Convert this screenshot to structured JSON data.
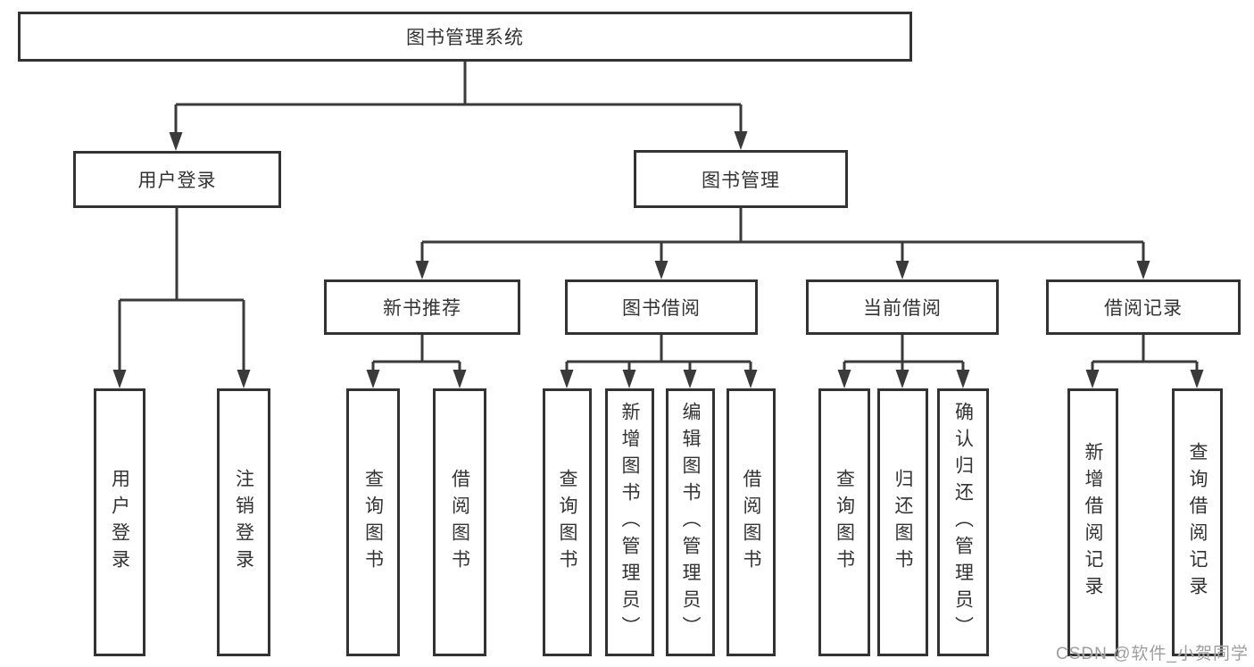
{
  "root": {
    "label": "图书管理系统"
  },
  "level2": [
    {
      "label": "用户登录"
    },
    {
      "label": "图书管理"
    }
  ],
  "level3": [
    {
      "label": "新书推荐"
    },
    {
      "label": "图书借阅"
    },
    {
      "label": "当前借阅"
    },
    {
      "label": "借阅记录"
    }
  ],
  "leaves": {
    "user_login": [
      {
        "label": "用户登录"
      },
      {
        "label": "注销登录"
      }
    ],
    "new_book": [
      {
        "label": "查询图书"
      },
      {
        "label": "借阅图书"
      }
    ],
    "book_borrow": [
      {
        "label": "查询图书"
      },
      {
        "label": "新增图书（管理员）"
      },
      {
        "label": "编辑图书（管理员）"
      },
      {
        "label": "借阅图书"
      }
    ],
    "current_borrow": [
      {
        "label": "查询图书"
      },
      {
        "label": "归还图书"
      },
      {
        "label": "确认归还（管理员）"
      }
    ],
    "borrow_record": [
      {
        "label": "新增借阅记录"
      },
      {
        "label": "查询借阅记录"
      }
    ]
  },
  "watermark": {
    "text": "CSDN @软件_小贺同学"
  },
  "colors": {
    "line": "#3a3a3a",
    "box_border": "#333333",
    "text": "#333333",
    "watermark": "#9e9e9e",
    "background": "#ffffff"
  }
}
